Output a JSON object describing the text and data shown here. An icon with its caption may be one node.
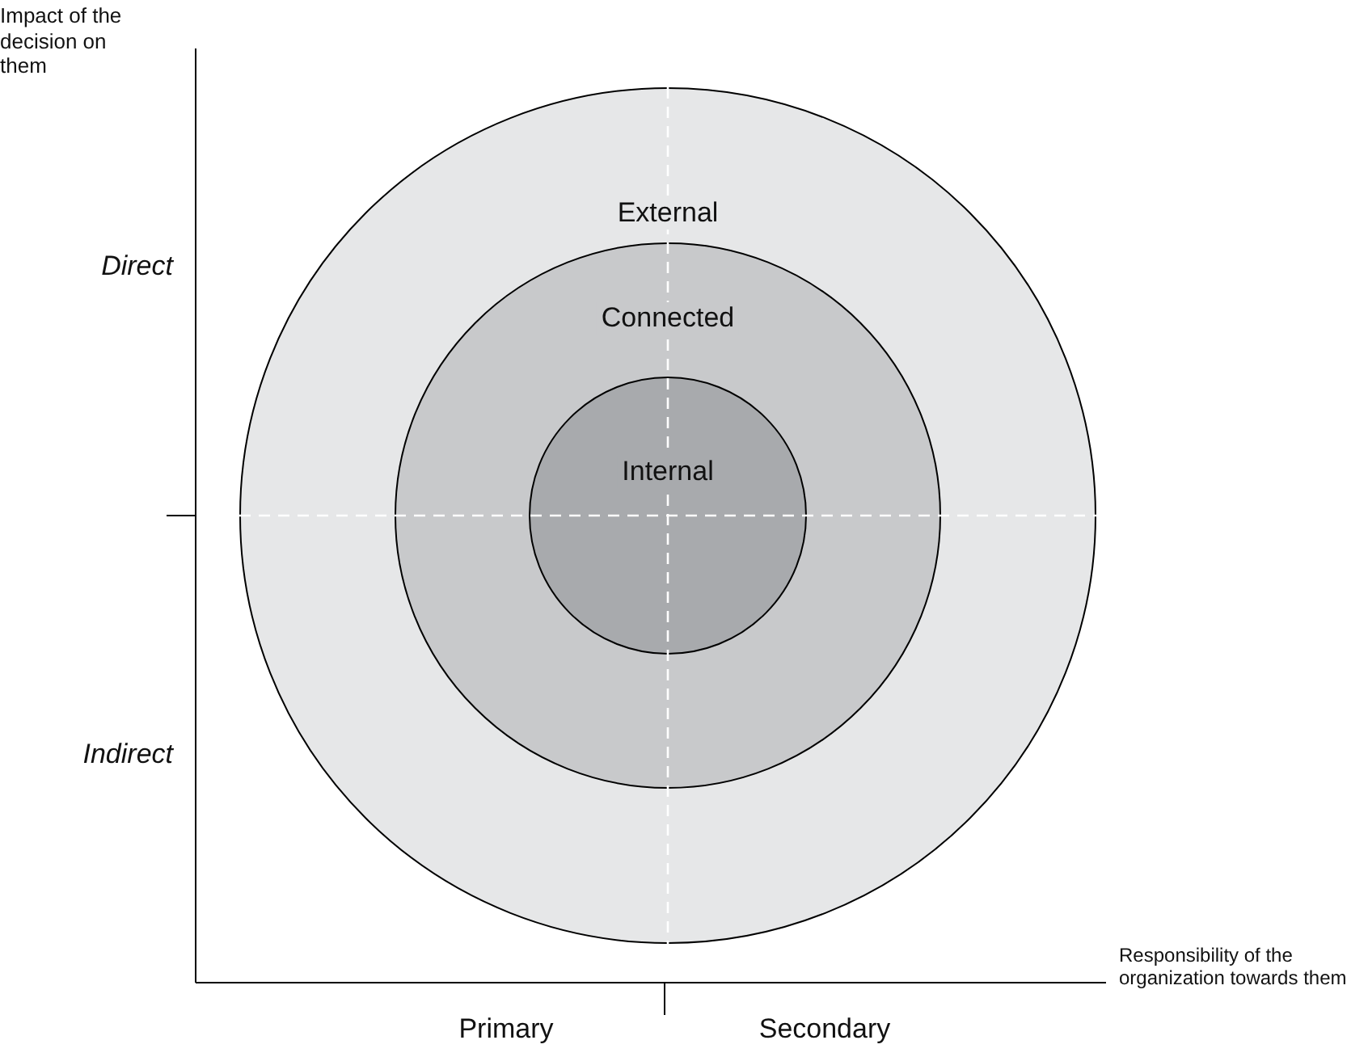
{
  "diagram": {
    "nodes": [
      {
        "text": [
          "External"
        ]
      },
      {
        "text": [
          "Connected"
        ],
        "in": 0
      },
      {
        "text": [
          "Internal"
        ],
        "in": 1
      }
    ],
    "labels": [
      "Impact of the decision on them",
      "Direct",
      "Indirect",
      "Primary",
      "Secondary",
      "Responsibility of the organization towards them"
    ]
  }
}
